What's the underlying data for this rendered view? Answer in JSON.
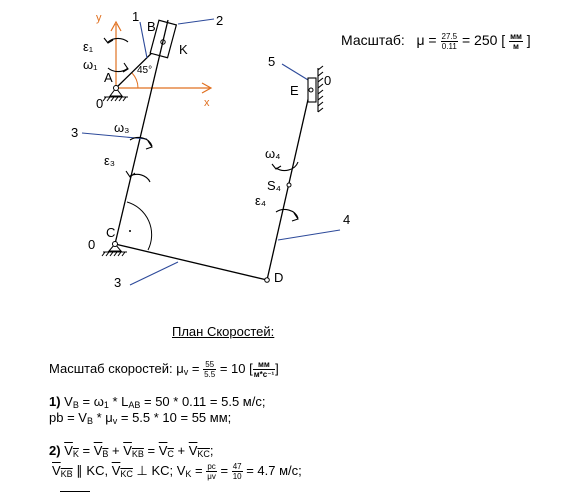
{
  "diagram": {
    "labels": {
      "y": "y",
      "x": "x",
      "origin0_top": "0",
      "origin0_bottom": "0",
      "A": "A",
      "B": "B",
      "K": "K",
      "C": "C",
      "D": "D",
      "E": "E",
      "S4": "S₄",
      "n1": "1",
      "n2": "2",
      "n3_top": "3",
      "n3_bottom": "3",
      "n4": "4",
      "n5": "5",
      "n0_right": "0",
      "angle": "45°",
      "eps1": "ε₁",
      "omega1": "ω₁",
      "omega3": "ω₃",
      "eps3": "ε₃",
      "omega4": "ω₄",
      "eps4": "ε₄"
    }
  },
  "scale_header": {
    "label": "Масштаб:",
    "mu": "μ =",
    "num": "27.5",
    "den": "0.11",
    "result": "= 250 [",
    "unit_num": "мм",
    "unit_den": "м",
    "close": "]"
  },
  "doc": {
    "heading": "План Скоростей:",
    "speed_scale_prefix": "Масштаб скоростей: μ",
    "speed_scale_sub": "v",
    "speed_scale_eq": " = ",
    "speed_num": "55",
    "speed_den": "5.5",
    "speed_result": " = 10 [",
    "speed_unit_num": "мм",
    "speed_unit_den": "м*с⁻¹",
    "speed_close": "]",
    "step1_num": "1)",
    "step1_line1": " V",
    "step1_l1_sub": "B",
    "step1_l1_rest": " = ω",
    "step1_l1_sub2": "1",
    "step1_l1_rest2": " * L",
    "step1_l1_sub3": "AB",
    "step1_l1_rest3": " = 50 * 0.11 = 5.5 м/с;",
    "step1_line2_a": "pb = V",
    "step1_line2_sub": "B",
    "step1_line2_b": " * μ",
    "step1_line2_sub2": "v",
    "step1_line2_c": " = 5.5 * 10 = 55 мм;",
    "step2_num": "2)",
    "step2_line1": "V̄_K = V̄_B + V̄_KB = V̄_C + V̄_KC;",
    "s2_V": "V",
    "s2_K": "K",
    "s2_eq": " = ",
    "s2_B": "B",
    "s2_plus": " + ",
    "s2_KB": "KB",
    "s2_C": "C",
    "s2_KC": "KC",
    "s2_semi": ";",
    "s2_l2_a": " ∥ KC, ",
    "s2_perp": " ⊥ KC;    V",
    "s2_l2_sub": "K",
    "s2_l2_eq": " = ",
    "s2_pc": "pc",
    "s2_mv": "μv",
    "s2_eq2": " = ",
    "s2_47": "47",
    "s2_10": "10",
    "s2_res": " = 4.7 м/с;"
  },
  "colors": {
    "link": "#000000",
    "blue": "#2d4a9a",
    "axis": "#e07020"
  }
}
